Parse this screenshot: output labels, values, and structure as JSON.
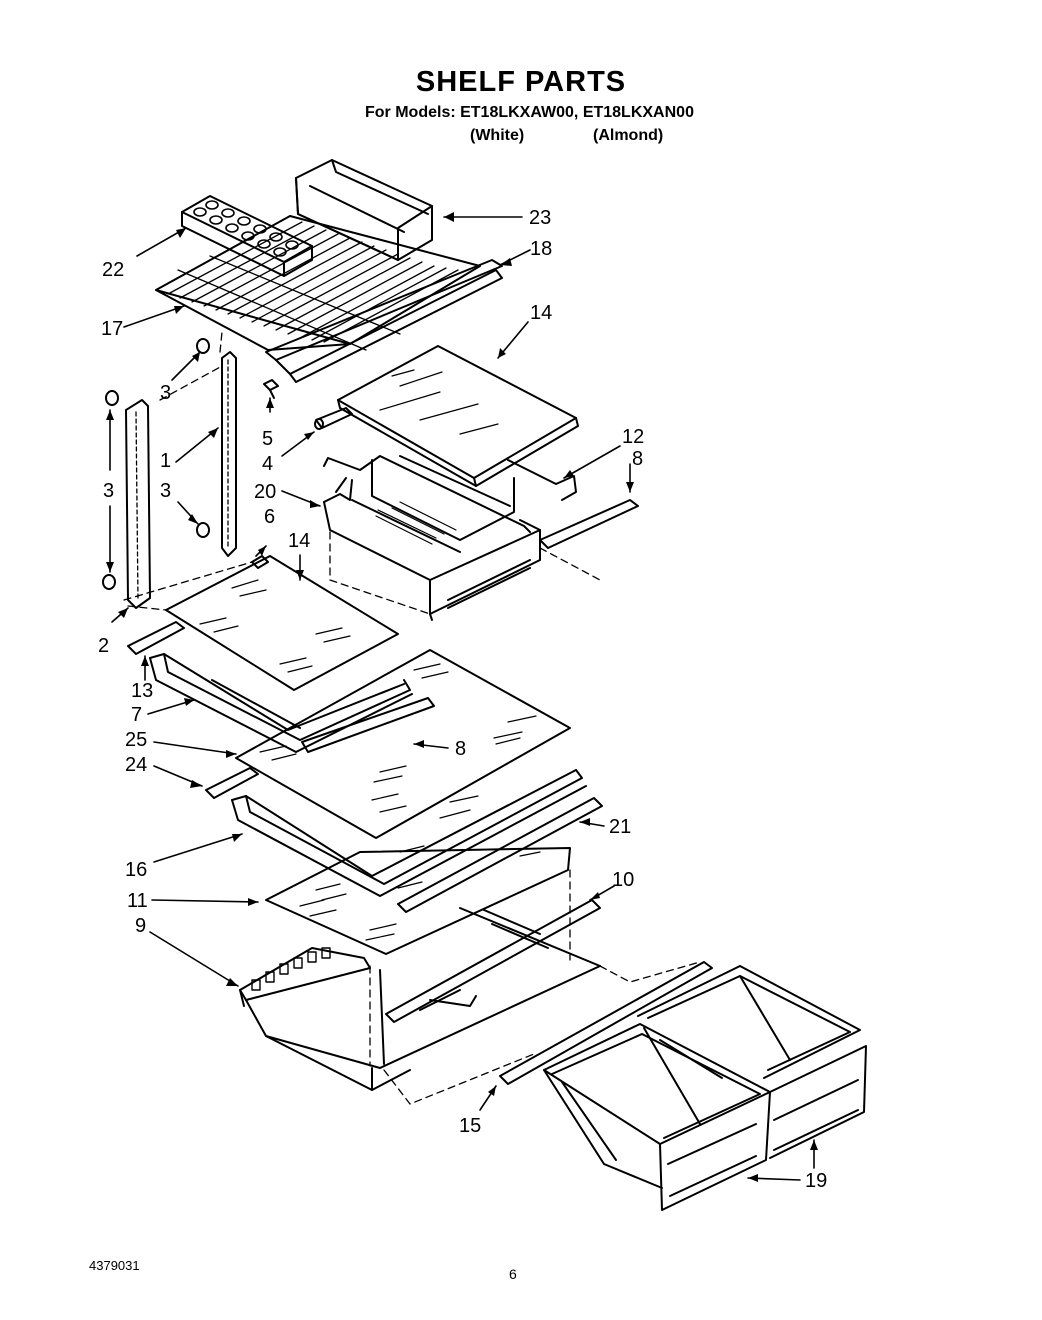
{
  "header": {
    "title": "SHELF PARTS",
    "models": "For Models: ET18LKXAW00, ET18LKXAN00",
    "variant_white": "(White)",
    "variant_almond": "(Almond)"
  },
  "footer": {
    "doc_number": "4379031",
    "page_number": "6"
  },
  "callouts": [
    "23",
    "22",
    "18",
    "17",
    "14",
    "3",
    "5",
    "4",
    "12",
    "8",
    "1",
    "20",
    "3",
    "3",
    "6",
    "14",
    "2",
    "13",
    "7",
    "25",
    "8",
    "24",
    "21",
    "16",
    "10",
    "11",
    "9",
    "15",
    "19"
  ]
}
